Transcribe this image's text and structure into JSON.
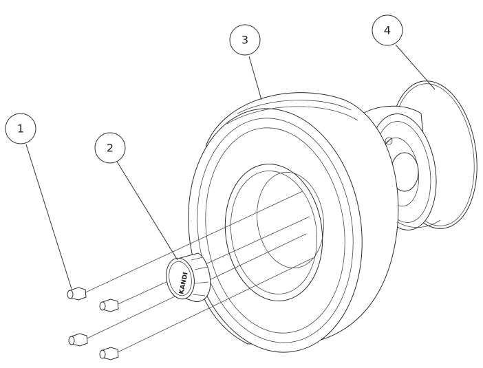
{
  "callouts": [
    {
      "label": "1"
    },
    {
      "label": "2"
    },
    {
      "label": "3"
    },
    {
      "label": "4"
    }
  ],
  "cap_logo": "KANDI"
}
